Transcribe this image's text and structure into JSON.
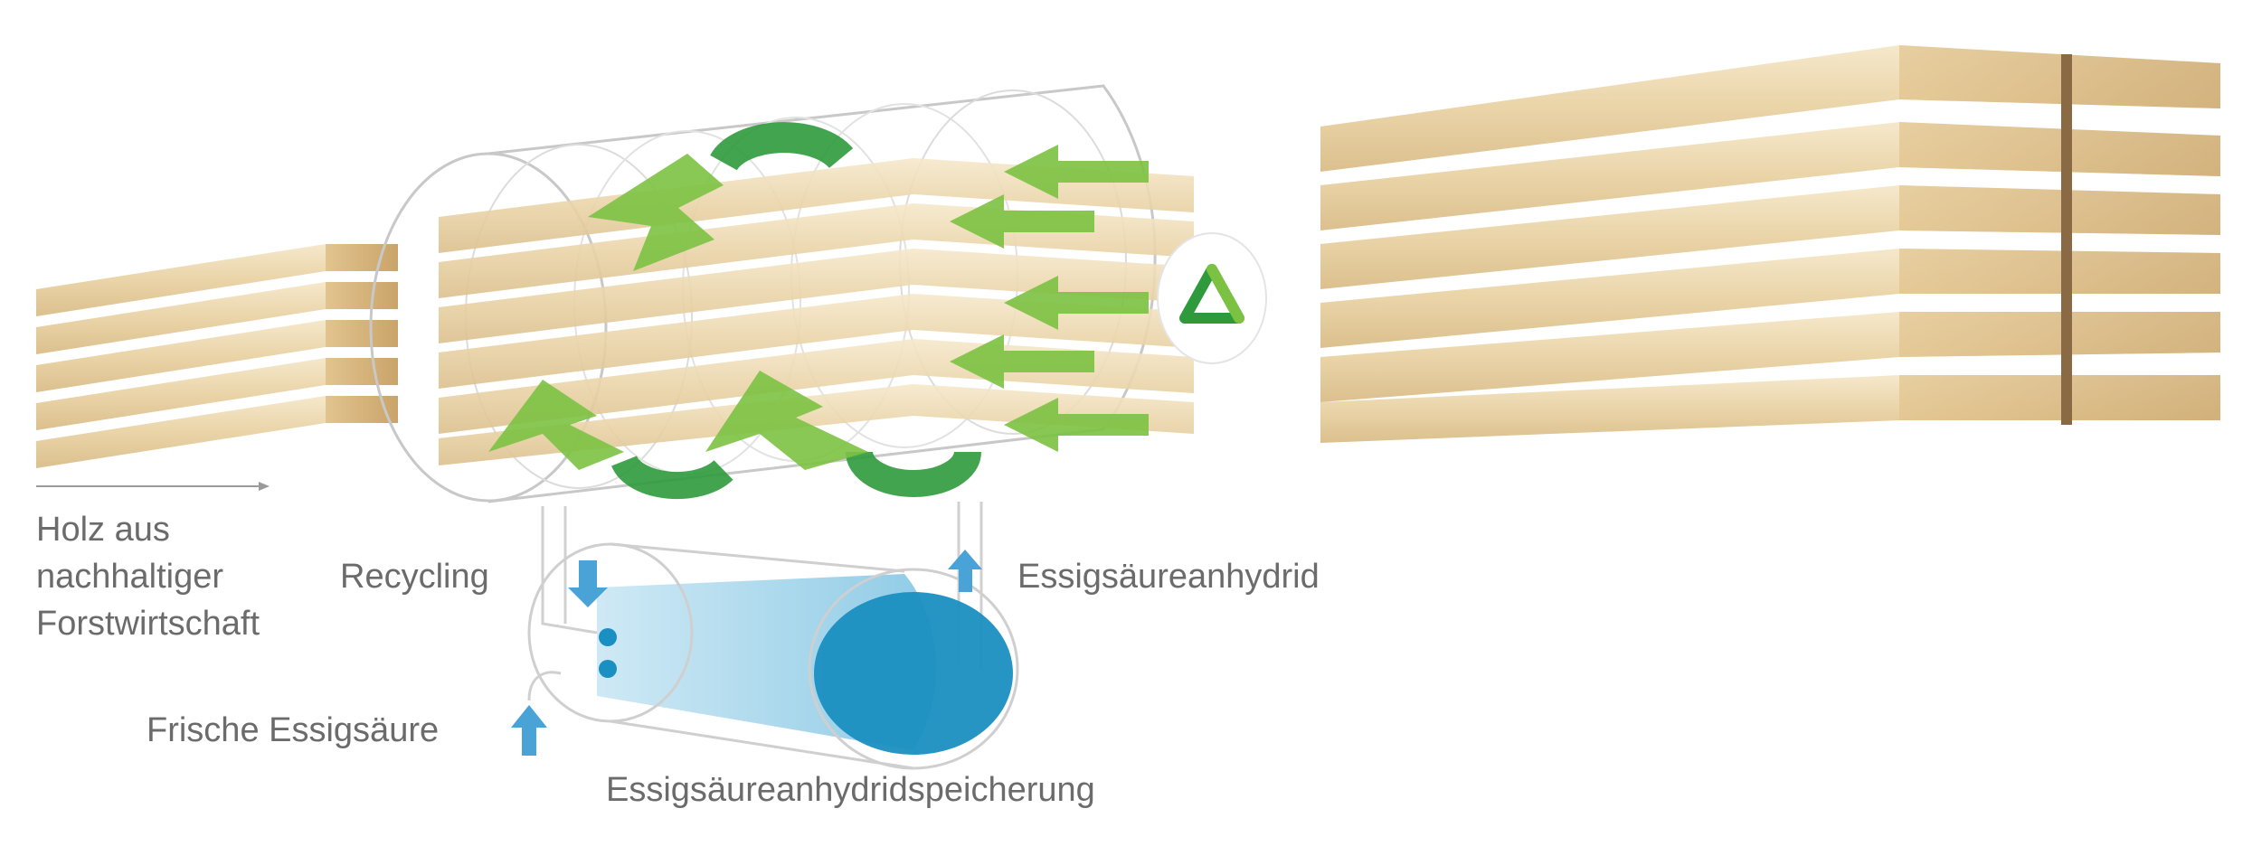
{
  "labels": {
    "wood_source_line1": "Holz aus",
    "wood_source_line2": "nachhaltiger",
    "wood_source_line3": "Forstwirtschaft",
    "recycling": "Recycling",
    "anhydride": "Essigsäureanhydrid",
    "fresh_acid": "Frische Essigsäure",
    "storage": "Essigsäureanhydridspeicherung"
  },
  "colors": {
    "wood_light": "#ecd9b3",
    "wood_mid": "#dcc08e",
    "wood_dark": "#8a6a44",
    "green_arrow": "#7cc242",
    "green_dark": "#2e9a3c",
    "liquid_light": "#a9d8ec",
    "liquid_dark": "#1a8fc1",
    "flow_arrow": "#4aa3d6",
    "cylinder_line": "#c8c8c8",
    "text": "#6b6b6b"
  },
  "icons": {
    "logo": "triangle-cycle-logo"
  }
}
